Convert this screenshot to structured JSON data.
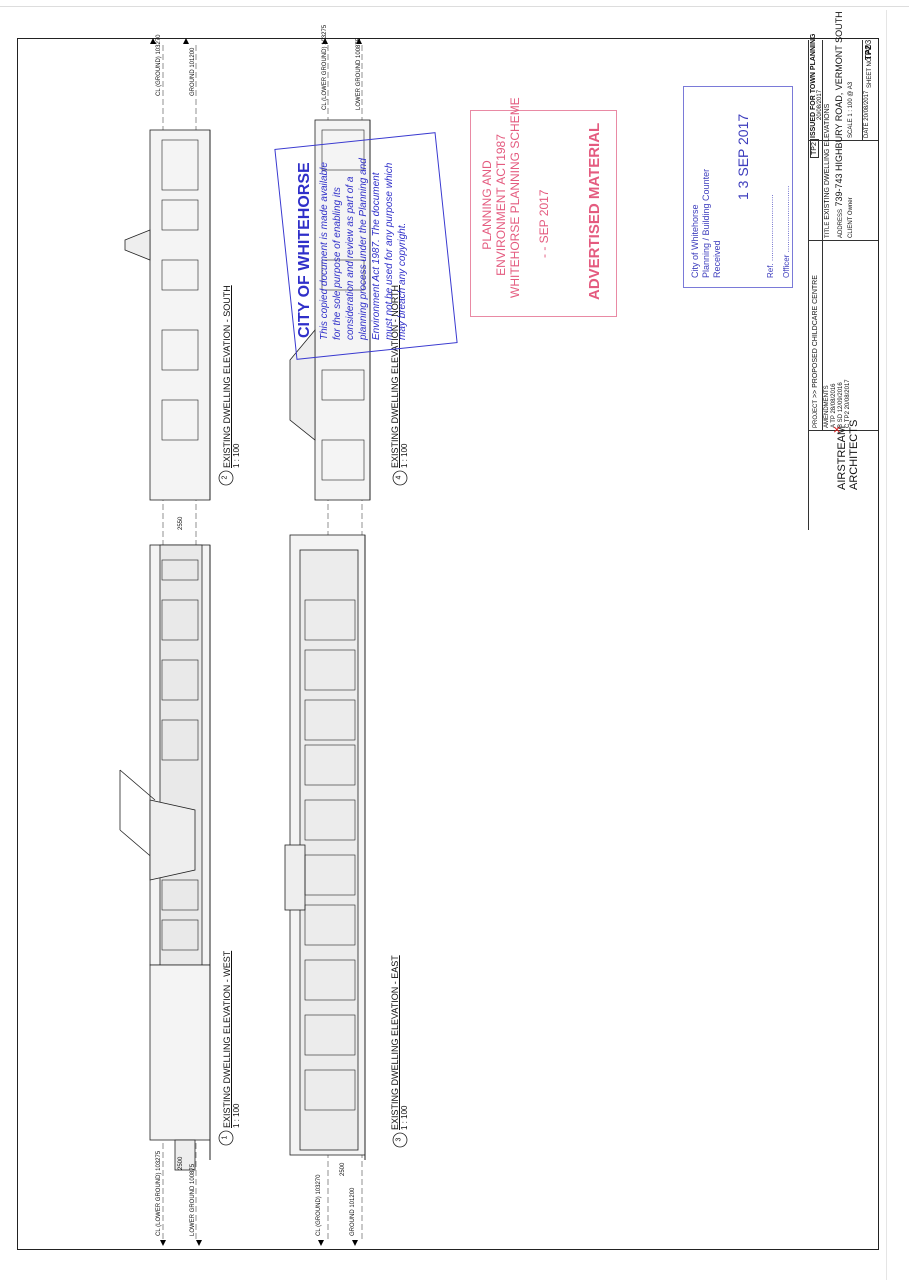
{
  "drawings": [
    {
      "number": "1",
      "title": "EXISTING DWELLING ELEVATION - WEST",
      "scale": "1 : 100"
    },
    {
      "number": "2",
      "title": "EXISTING DWELLING ELEVATION - SOUTH",
      "scale": "1 : 100"
    },
    {
      "number": "3",
      "title": "EXISTING DWELLING ELEVATION - EAST",
      "scale": "1 : 100"
    },
    {
      "number": "4",
      "title": "EXISTING DWELLING ELEVATION - NORTH",
      "scale": "1 : 100"
    }
  ],
  "levels": {
    "cl_ground": "CL (GROUND)",
    "cl_ground_value": "103270",
    "ground": "GROUND",
    "ground_value": "101200",
    "cl_lower_ground": "CL (LOWER GROUND)",
    "cl_lower_ground_value": "103275",
    "lower_ground": "LOWER GROUND",
    "lower_ground_value": "100875"
  },
  "dimensions": {
    "d1": "2500",
    "d2": "2550",
    "d3": "2500"
  },
  "stamp_planning": {
    "line1": "PLANNING AND",
    "line2": "ENVIRONMENT ACT1987",
    "line3": "WHITEHORSE PLANNING SCHEME",
    "date": "- - SEP 2017",
    "footer": "ADVERTISED MATERIAL"
  },
  "stamp_copyright": {
    "heading": "CITY OF WHITEHORSE",
    "body": [
      "This copied document is made available",
      "for the sole purpose of enabling its",
      "consideration and review as part of a",
      "planning process under the Planning and",
      "Environment Act 1987. The document",
      "must not be used for any purpose which",
      "may breach any copyright."
    ]
  },
  "stamp_received": {
    "line1": "City of Whitehorse",
    "line2": "Planning / Building Counter",
    "line3": "Received",
    "date": "1 3 SEP 2017",
    "ref": "Ref.",
    "officer": "Officer"
  },
  "title_block": {
    "issue": "ISSUED FOR TOWN PLANNING",
    "issue_date": "20/08/2017",
    "rev_tag": "TP2",
    "project_label": "PROJECT",
    "project": "PROPOSED CHILDCARE CENTRE",
    "title_label": "TITLE",
    "title": "EXISTING DWELLING ELEVATIONS",
    "address_label": "ADDRESS",
    "address": "739-743 HIGHBURY ROAD, VERMONT SOUTH",
    "client_label": "CLIENT",
    "client": "Owner",
    "scale_label": "SCALE",
    "scale": "1 : 100 @ A3",
    "sheet_label": "SHEET NO.",
    "sheet": "A03",
    "revision": "TP2",
    "date_label": "DATE",
    "date": "20/08/2017",
    "firm_line1": "AIRSTREAM",
    "firm_line2": "ARCHITECTS",
    "amendments_label": "AMENDMENTS",
    "amendments": [
      {
        "rev": "A",
        "desc": "TP",
        "date": "28/08/2016"
      },
      {
        "rev": "B",
        "desc": "SD",
        "date": "12/09/2016"
      },
      {
        "rev": "C",
        "desc": "TP2",
        "date": "20/08/2017"
      }
    ]
  }
}
